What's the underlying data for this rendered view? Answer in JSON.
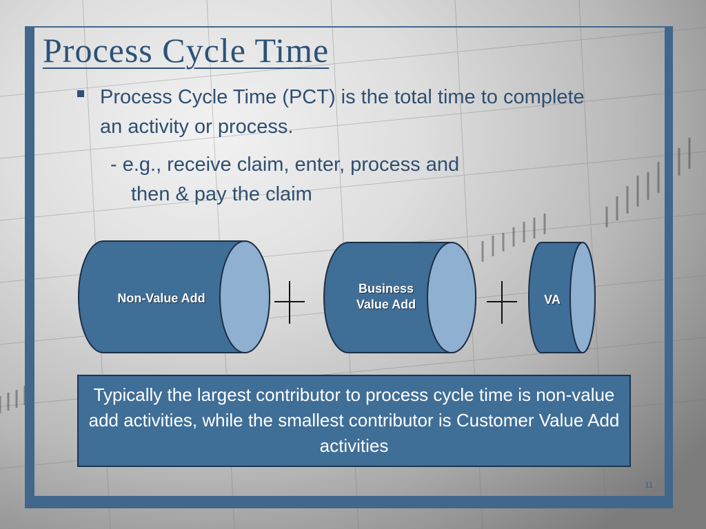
{
  "slide": {
    "title": "Process Cycle Time",
    "bullet": "Process Cycle Time (PCT) is the total time to complete an activity or process.",
    "example_line1": "- e.g., receive claim, enter, process and",
    "example_line2": "then & pay the claim",
    "callout": "Typically the largest contributor to process cycle time is non-value add activities, while the smallest contributor is Customer Value Add activities",
    "page_number": "11"
  },
  "diagram": {
    "cylinders": [
      {
        "label": "Non-Value Add"
      },
      {
        "label_line1": "Business",
        "label_line2": "Value Add"
      },
      {
        "label": "VA"
      }
    ],
    "operators": [
      "+",
      "+"
    ]
  },
  "colors": {
    "frame": "#41678b",
    "title": "#2b5278",
    "cylinder_body": "#3f6e97",
    "cylinder_face": "#8fb0d0",
    "callout_bg": "#3f6e97"
  }
}
